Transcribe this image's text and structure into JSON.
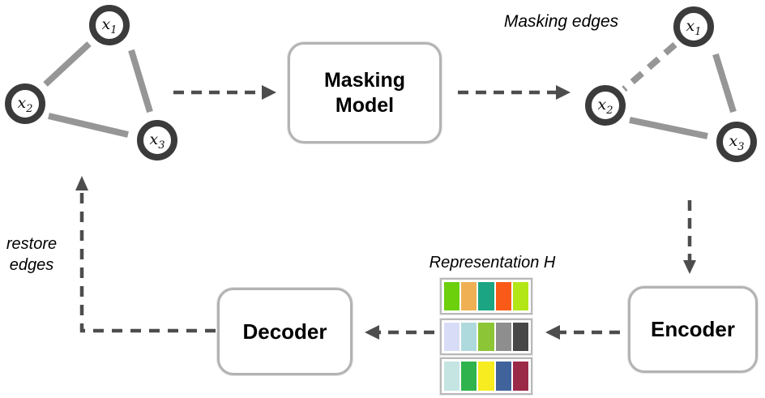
{
  "boxes": {
    "masking_model": {
      "label": "Masking\nModel"
    },
    "decoder": {
      "label": "Decoder"
    },
    "encoder": {
      "label": "Encoder"
    }
  },
  "annotations": {
    "masking_edges": "Masking edges",
    "representation_title": "Representation H",
    "restore_edges": "restore\nedges"
  },
  "graphs": {
    "input": {
      "nodes": [
        {
          "base": "x",
          "sub": "1"
        },
        {
          "base": "x",
          "sub": "2"
        },
        {
          "base": "x",
          "sub": "3"
        }
      ]
    },
    "masked": {
      "nodes": [
        {
          "base": "x",
          "sub": "1"
        },
        {
          "base": "x",
          "sub": "2"
        },
        {
          "base": "x",
          "sub": "3"
        }
      ],
      "masked_edge": "x1-x2 (dashed)"
    }
  },
  "representation": {
    "rows": [
      {
        "colors": [
          "#6cd00d",
          "#efb054",
          "#1ba583",
          "#fa5a18",
          "#b3e617"
        ]
      },
      {
        "colors": [
          "#d9dcf6",
          "#aedadd",
          "#8cc636",
          "#8e8e8e",
          "#474747"
        ]
      },
      {
        "colors": [
          "#c4e5e1",
          "#2fb44d",
          "#f7ec20",
          "#41639b",
          "#9b2a49"
        ]
      }
    ]
  },
  "colors": {
    "node_border": "#3b3b3b",
    "graph_edge": "#969696",
    "arrow": "#4d4d4d",
    "box_border": "#b3b3b3"
  }
}
